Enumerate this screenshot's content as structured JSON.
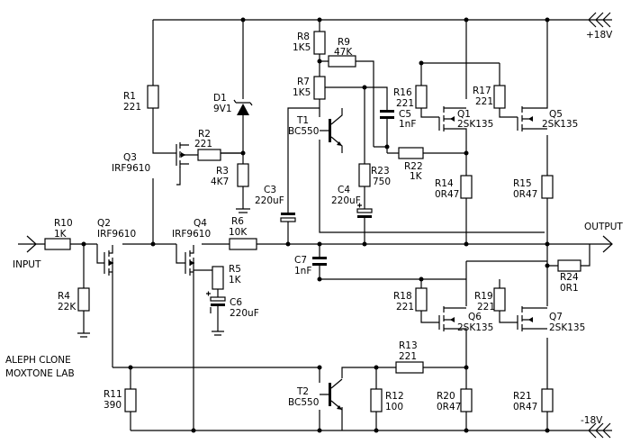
{
  "rails": {
    "plus": "+18V",
    "minus": "-18V"
  },
  "io": {
    "input": "INPUT",
    "output": "OUTPUT"
  },
  "credits": {
    "line1": "ALEPH CLONE",
    "line2": "MOXTONE LAB"
  },
  "components": {
    "R1": {
      "ref": "R1",
      "value": "221"
    },
    "R2": {
      "ref": "R2",
      "value": "221"
    },
    "R3": {
      "ref": "R3",
      "value": "4K7"
    },
    "R4": {
      "ref": "R4",
      "value": "22K"
    },
    "R5": {
      "ref": "R5",
      "value": "1K"
    },
    "R6": {
      "ref": "R6",
      "value": "10K"
    },
    "R7": {
      "ref": "R7",
      "value": "1K5"
    },
    "R8": {
      "ref": "R8",
      "value": "1K5"
    },
    "R9": {
      "ref": "R9",
      "value": "47K"
    },
    "R10": {
      "ref": "R10",
      "value": "1K"
    },
    "R11": {
      "ref": "R11",
      "value": "390"
    },
    "R12": {
      "ref": "R12",
      "value": "100"
    },
    "R13": {
      "ref": "R13",
      "value": "221"
    },
    "R14": {
      "ref": "R14",
      "value": "0R47"
    },
    "R15": {
      "ref": "R15",
      "value": "0R47"
    },
    "R16": {
      "ref": "R16",
      "value": "221"
    },
    "R17": {
      "ref": "R17",
      "value": "221"
    },
    "R18": {
      "ref": "R18",
      "value": "221"
    },
    "R19": {
      "ref": "R19",
      "value": "221"
    },
    "R20": {
      "ref": "R20",
      "value": "0R47"
    },
    "R21": {
      "ref": "R21",
      "value": "0R47"
    },
    "R22": {
      "ref": "R22",
      "value": "1K"
    },
    "R23": {
      "ref": "R23",
      "value": "750"
    },
    "R24": {
      "ref": "R24",
      "value": "0R1"
    },
    "C3": {
      "ref": "C3",
      "value": "220uF"
    },
    "C4": {
      "ref": "C4",
      "value": "220uF"
    },
    "C5": {
      "ref": "C5",
      "value": "1nF"
    },
    "C6": {
      "ref": "C6",
      "value": "220uF"
    },
    "C7": {
      "ref": "C7",
      "value": "1nF"
    },
    "D1": {
      "ref": "D1",
      "value": "9V1"
    },
    "Q1": {
      "ref": "Q1",
      "value": "2SK135"
    },
    "Q2": {
      "ref": "Q2",
      "value": "IRF9610"
    },
    "Q3": {
      "ref": "Q3",
      "value": "IRF9610"
    },
    "Q4": {
      "ref": "Q4",
      "value": "IRF9610"
    },
    "Q5": {
      "ref": "Q5",
      "value": "2SK135"
    },
    "Q6": {
      "ref": "Q6",
      "value": "2SK135"
    },
    "Q7": {
      "ref": "Q7",
      "value": "2SK135"
    },
    "T1": {
      "ref": "T1",
      "value": "BC550"
    },
    "T2": {
      "ref": "T2",
      "value": "BC550"
    }
  }
}
